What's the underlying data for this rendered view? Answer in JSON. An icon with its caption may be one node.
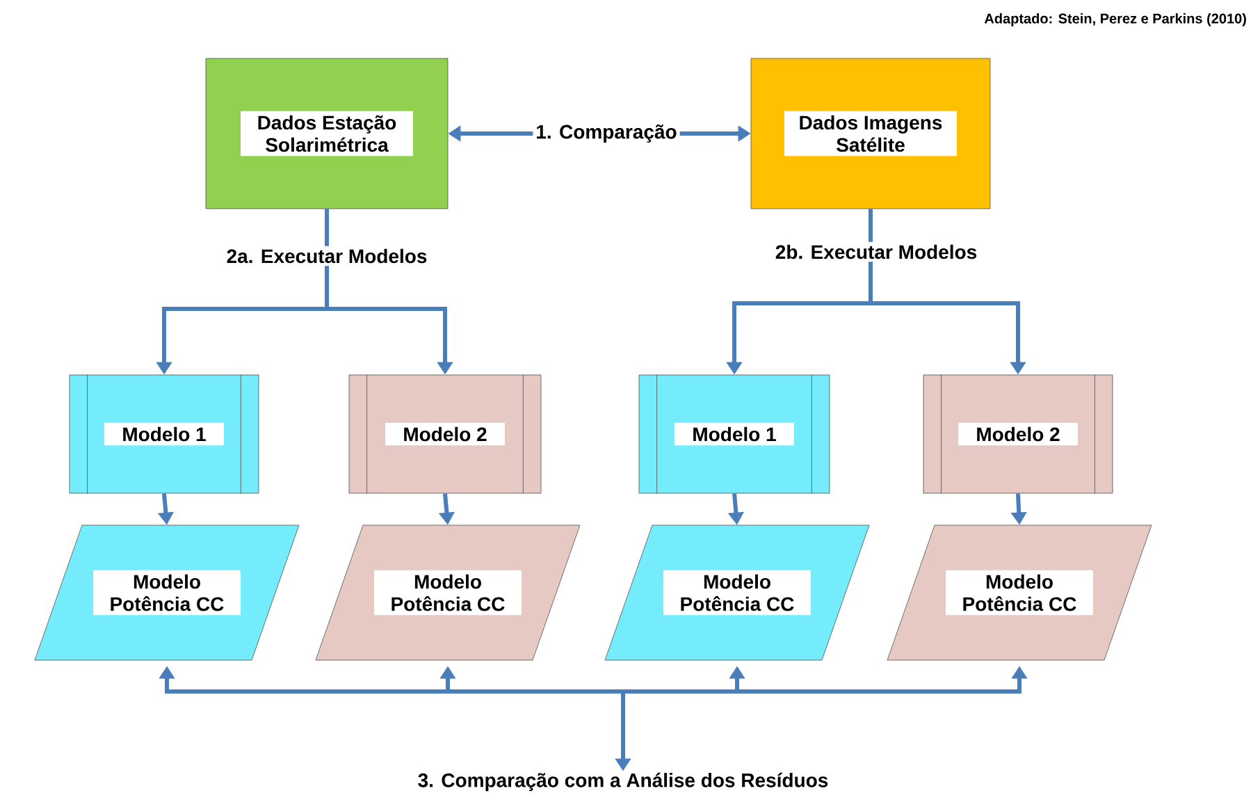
{
  "diagram": {
    "nodes": [
      {
        "text": [
          "Dados Estação Solarimétrica"
        ]
      },
      {
        "text": [
          "Dados Imagens Satélite"
        ]
      },
      {
        "text": [
          "Modelo 1"
        ]
      },
      {
        "text": [
          "Modelo 2"
        ]
      },
      {
        "text": [
          "Modelo 1"
        ]
      },
      {
        "text": [
          "Modelo 2"
        ]
      },
      {
        "text": [
          "Modelo Potência CC"
        ]
      },
      {
        "text": [
          "Modelo Potência CC"
        ]
      },
      {
        "text": [
          "Modelo Potência CC"
        ]
      },
      {
        "text": [
          "Modelo Potência CC"
        ]
      },
      {
        "text": [
          "3. Comparação com a Análise dos Resíduos"
        ]
      }
    ],
    "edges": [
      {
        "from": 0,
        "to": 1,
        "arrow": "both",
        "label": "1. Comparação"
      },
      {
        "from": 0,
        "to": 2,
        "arrow": "to",
        "label": "2a. Executar Modelos"
      },
      {
        "from": 0,
        "to": 3,
        "arrow": "to"
      },
      {
        "from": 1,
        "to": 4,
        "arrow": "to",
        "label": "2b. Executar Modelos"
      },
      {
        "from": 1,
        "to": 5,
        "arrow": "to"
      },
      {
        "from": 2,
        "to": 6,
        "arrow": "to"
      },
      {
        "from": 3,
        "to": 7,
        "arrow": "to"
      },
      {
        "from": 4,
        "to": 8,
        "arrow": "to"
      },
      {
        "from": 5,
        "to": 9,
        "arrow": "to"
      },
      {
        "from": 6,
        "to": 10,
        "arrow": "both"
      },
      {
        "from": 7,
        "to": 10,
        "arrow": "both"
      },
      {
        "from": 8,
        "to": 10,
        "arrow": "both"
      },
      {
        "from": 9,
        "to": 10,
        "arrow": "both"
      }
    ],
    "labels": [
      "Adaptado: Stein, Perez e Parkins (2010)"
    ]
  }
}
